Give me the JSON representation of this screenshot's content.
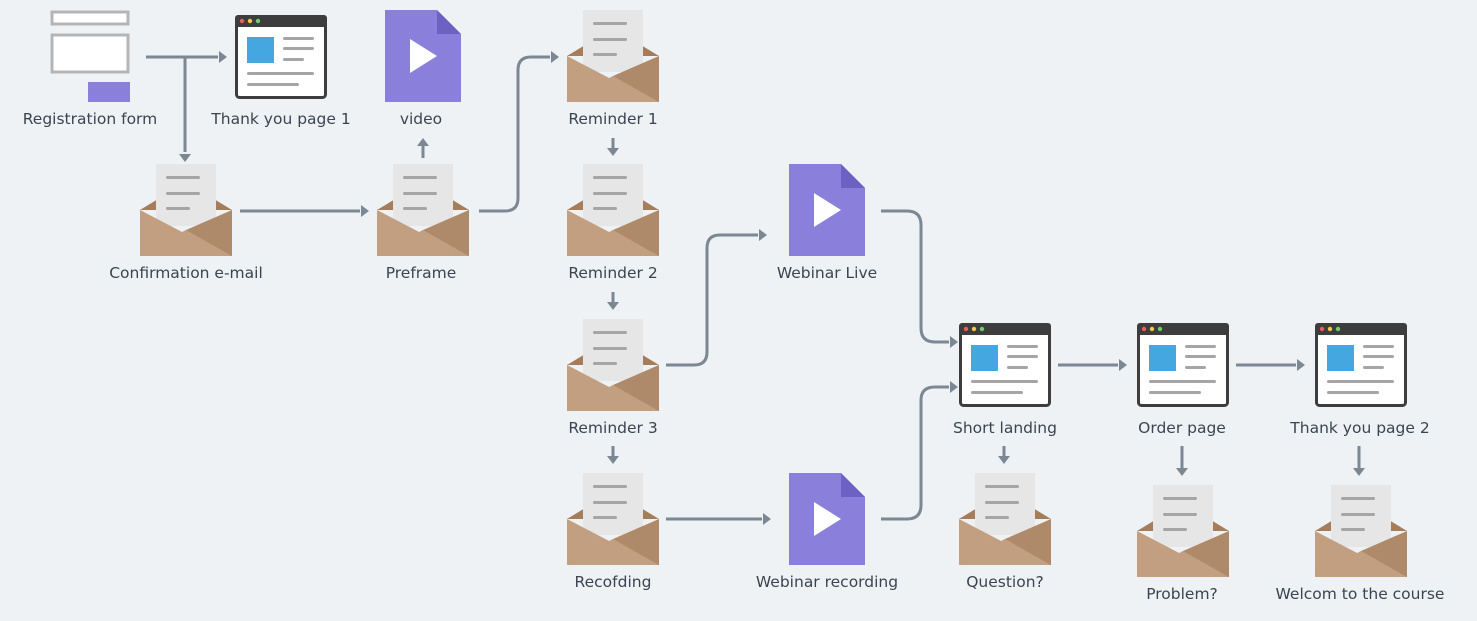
{
  "colors": {
    "background": "#eff2f5",
    "connector": "#7b8793",
    "video": "#8a7fda",
    "video_fold": "#6d62c4",
    "envelope": "#c29f80",
    "envelope_dark": "#ae8a6b",
    "envelope_flap": "#a57d5b",
    "letter": "#e6e6e6",
    "letter_lines": "#a5a5a5",
    "browser_frame": "#3d3d3d",
    "browser_image": "#44a7df",
    "label": "#3b4450"
  },
  "nodes": [
    {
      "id": "registration_form",
      "icon": "form-icon",
      "label": "Registration form"
    },
    {
      "id": "thank_you_page_1",
      "icon": "browser-page-icon",
      "label": "Thank you page 1"
    },
    {
      "id": "video",
      "icon": "video-file-icon",
      "label": "video"
    },
    {
      "id": "confirmation_email",
      "icon": "envelope-icon",
      "label": "Confirmation e-mail"
    },
    {
      "id": "preframe",
      "icon": "envelope-icon",
      "label": "Preframe"
    },
    {
      "id": "reminder_1",
      "icon": "envelope-icon",
      "label": "Reminder 1"
    },
    {
      "id": "reminder_2",
      "icon": "envelope-icon",
      "label": "Reminder 2"
    },
    {
      "id": "reminder_3",
      "icon": "envelope-icon",
      "label": "Reminder 3"
    },
    {
      "id": "recording_email",
      "icon": "envelope-icon",
      "label": "Recofding"
    },
    {
      "id": "webinar_live",
      "icon": "video-file-icon",
      "label": "Webinar Live"
    },
    {
      "id": "webinar_recording",
      "icon": "video-file-icon",
      "label": "Webinar recording"
    },
    {
      "id": "short_landing",
      "icon": "browser-page-icon",
      "label": "Short landing"
    },
    {
      "id": "question",
      "icon": "envelope-icon",
      "label": "Question?"
    },
    {
      "id": "order_page",
      "icon": "browser-page-icon",
      "label": "Order page"
    },
    {
      "id": "problem",
      "icon": "envelope-icon",
      "label": "Problem?"
    },
    {
      "id": "thank_you_page_2",
      "icon": "browser-page-icon",
      "label": "Thank you page 2"
    },
    {
      "id": "welcome_course",
      "icon": "envelope-icon",
      "label": "Welcom to the course"
    }
  ],
  "connections": [
    {
      "from": "registration_form",
      "to": "thank_you_page_1"
    },
    {
      "from": "registration_form",
      "to": "confirmation_email"
    },
    {
      "from": "confirmation_email",
      "to": "preframe"
    },
    {
      "from": "preframe",
      "to": "video"
    },
    {
      "from": "preframe",
      "to": "reminder_1"
    },
    {
      "from": "reminder_1",
      "to": "reminder_2"
    },
    {
      "from": "reminder_2",
      "to": "reminder_3"
    },
    {
      "from": "reminder_3",
      "to": "recording_email"
    },
    {
      "from": "reminder_3",
      "to": "webinar_live"
    },
    {
      "from": "recording_email",
      "to": "webinar_recording"
    },
    {
      "from": "webinar_live",
      "to": "short_landing"
    },
    {
      "from": "webinar_recording",
      "to": "short_landing"
    },
    {
      "from": "short_landing",
      "to": "question"
    },
    {
      "from": "short_landing",
      "to": "order_page"
    },
    {
      "from": "order_page",
      "to": "problem"
    },
    {
      "from": "order_page",
      "to": "thank_you_page_2"
    },
    {
      "from": "thank_you_page_2",
      "to": "welcome_course"
    }
  ]
}
